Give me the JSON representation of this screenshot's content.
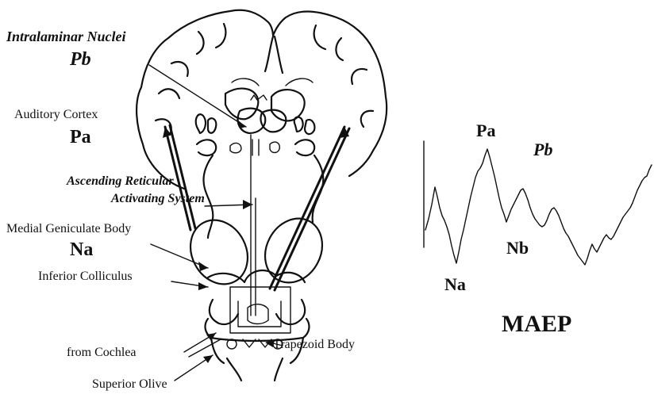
{
  "diagram": {
    "labels": {
      "intralaminar": "Intralaminar Nuclei",
      "pb_brain": "Pb",
      "auditory_cortex": "Auditory Cortex",
      "pa_brain": "Pa",
      "aras_line1": "Ascending Reticular",
      "aras_line2": "Activating System",
      "mgb": "Medial Geniculate Body",
      "na_brain": "Na",
      "inferior_colliculus": "Inferior Colliculus",
      "from_cochlea": "from Cochlea",
      "trapezoid_body": "Trapezoid Body",
      "superior_olive": "Superior Olive"
    }
  },
  "waveform": {
    "title": "MAEP",
    "peaks": {
      "pa": "Pa",
      "pb": "Pb",
      "na": "Na",
      "nb": "Nb"
    }
  }
}
